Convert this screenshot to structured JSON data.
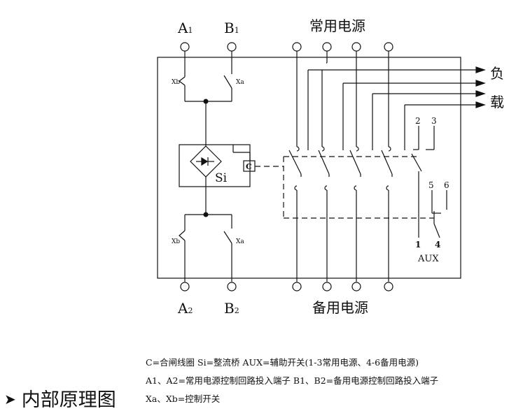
{
  "diagram": {
    "terminals": {
      "a1": {
        "letter": "A",
        "sub": "1"
      },
      "b1": {
        "letter": "B",
        "sub": "1"
      },
      "a2": {
        "letter": "A",
        "sub": "2"
      },
      "b2": {
        "letter": "B",
        "sub": "2"
      }
    },
    "normal_power_label": "常用电源",
    "standby_power_label": "备用电源",
    "load_label_1": "负",
    "load_label_2": "载",
    "switch_labels": {
      "xb": "Xb",
      "xa": "Xa"
    },
    "coil_label": "C",
    "rectifier_label": "Si",
    "aux": {
      "label": "AUX",
      "pins_top": [
        "2",
        "3"
      ],
      "pins_mid": [
        "5",
        "6"
      ],
      "pins_bottom": [
        "1",
        "4"
      ]
    }
  },
  "legend": {
    "line1": "C=合闸线圈   Si=整流桥   AUX=辅助开关(1-3常用电源、4-6备用电源)",
    "line2": "A1、A2=常用电源控制回路投入端子   B1、B2=备用电源控制回路投入端子",
    "line3": "Xa、Xb=控制开关"
  },
  "section_title": {
    "bullet": "➤",
    "text": "内部原理图"
  }
}
